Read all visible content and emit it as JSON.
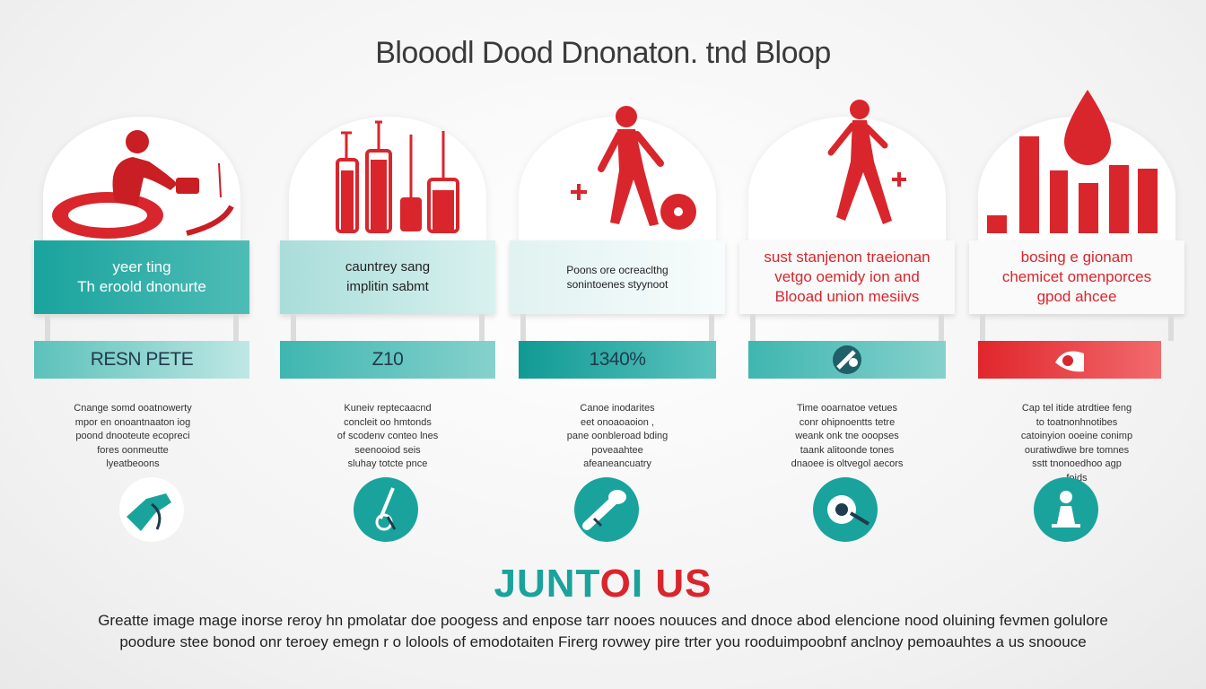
{
  "title": "Blooodl Dood Dnonaton. tnd Bloop",
  "columns": [
    {
      "banner_lines": [
        "yeer ting",
        "Th eroold dnonurte"
      ],
      "tab": "RESN PETE",
      "desc_lines": [
        "Cnange somd ooatnowerty",
        "mpor en onoantnaaton iog",
        "poond dnooteute ecopreci",
        "fores oonmeutte",
        "lyeatbeoons"
      ]
    },
    {
      "banner_lines": [
        "cauntrey sang",
        "implitin sabmt"
      ],
      "tab": "Z10",
      "desc_lines": [
        "Kuneiv reptecaacnd",
        "concleit oo hmtonds",
        "of scodenv conteo lnes",
        "seenooiod seis",
        "sluhay totcte pnce"
      ]
    },
    {
      "banner_lines": [
        "Poons ore ocreaclthg",
        "sonintoenes styynoot"
      ],
      "tab": "1340%",
      "desc_lines": [
        "Canoe inodarites",
        "eet onoaoaoion ,",
        "pane oonbleroad bding",
        "poveaahtee",
        "afeaneancuatry"
      ]
    },
    {
      "banner_lines": [
        "sust stanjenon traeionan",
        "vetgo oemidy ion and",
        "Blooad union mesiivs"
      ],
      "tab": "",
      "desc_lines": [
        "Time ooarnatoe vetues",
        "conr ohipnoentts tetre",
        "weank onk tne ooopses",
        "taank alitoonde tones",
        "dnaoee is oltvegol aecors"
      ]
    },
    {
      "banner_lines": [
        "bosing e gionam",
        "chemicet omenporces",
        "gpod ahcee"
      ],
      "tab": "",
      "desc_lines": [
        "Cap tel itide atrdtiee feng",
        "to toatnonhnotibes",
        "catoinyion ooeine conimp",
        "ouratiwdiwe bre tomnes",
        "sstt tnonoedhoo agp",
        "foids"
      ]
    }
  ],
  "logo": {
    "part1": "JUNT",
    "part2": "O",
    "part3": "I",
    "part4": "US"
  },
  "footer_lines": [
    "Greatte image mage inorse reroy hn pmolatar doe poogess and enpose tarr nooes nouuces and dnoce abod elencione nood oluining fevmen golulore",
    "poodure stee bonod onr teroey emegn r o lolools of emodotaiten Firerg rovwey pire trter you rooduimpoobnf anclnoy pemoauhtes a us snoouce"
  ]
}
